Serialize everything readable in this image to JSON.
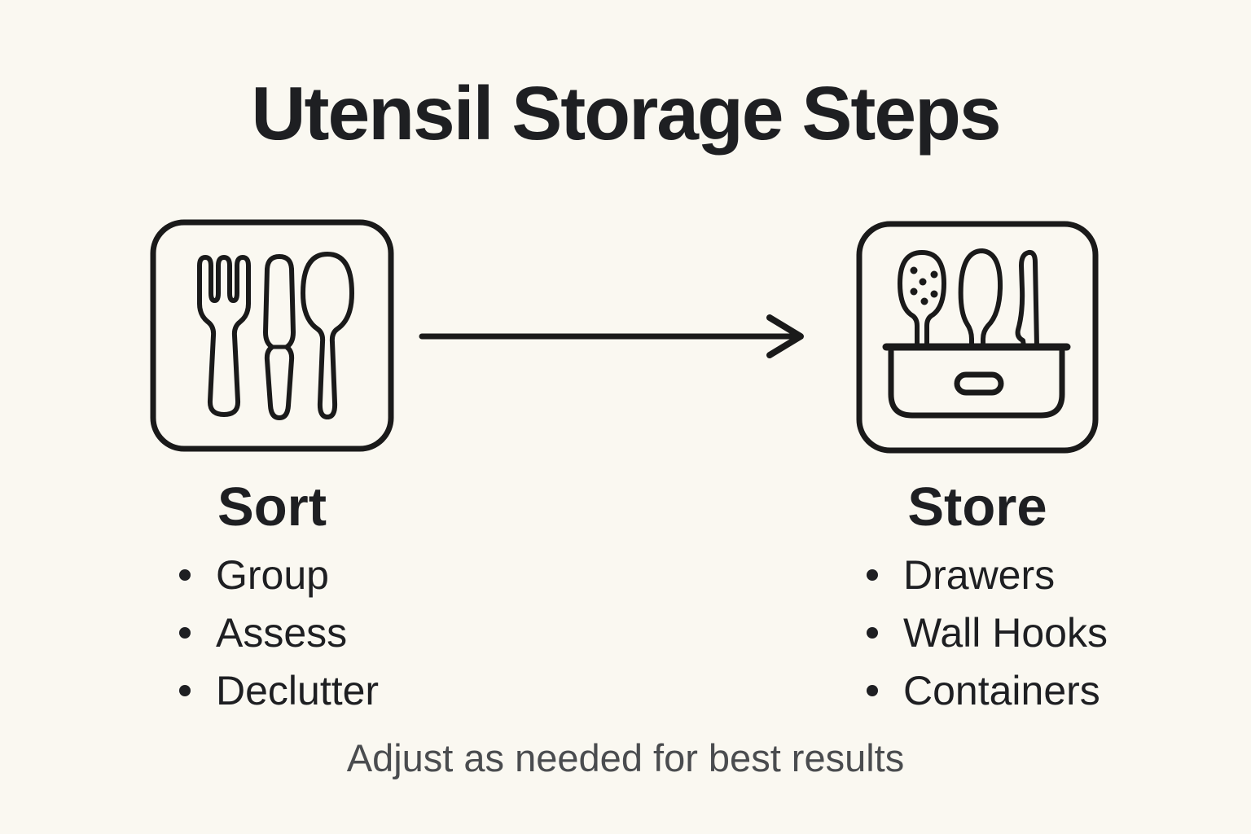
{
  "page": {
    "background_color": "#FAF8F1",
    "text_color": "#1E1F22",
    "muted_text_color": "#4A4C4F",
    "stroke_color": "#1A1A1A"
  },
  "title": "Utensil Storage Steps",
  "steps": [
    {
      "label": "Sort",
      "icon": "cutlery-icon",
      "bullets": [
        "Group",
        "Assess",
        "Declutter"
      ]
    },
    {
      "label": "Store",
      "icon": "utensil-caddy-icon",
      "bullets": [
        "Drawers",
        "Wall Hooks",
        "Containers"
      ]
    }
  ],
  "arrow": {
    "direction": "right"
  },
  "footer": "Adjust as needed for best results"
}
